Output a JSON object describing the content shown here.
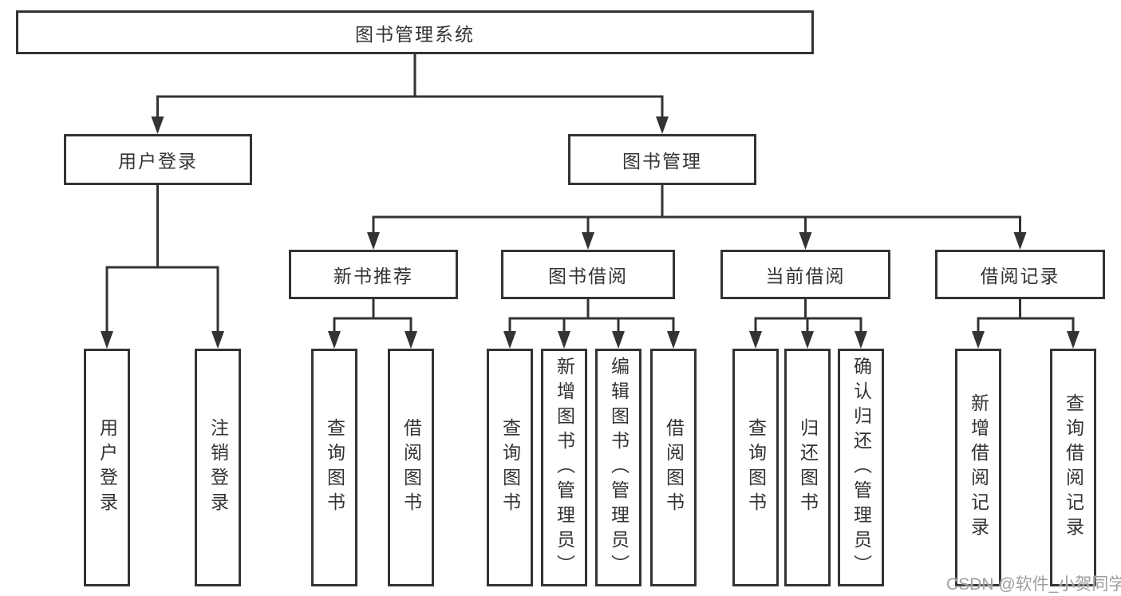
{
  "diagram": {
    "root": {
      "label": "图书管理系统",
      "children": [
        {
          "label": "用户登录",
          "children": [
            {
              "label": "用户登录"
            },
            {
              "label": "注销登录"
            }
          ]
        },
        {
          "label": "图书管理",
          "children": [
            {
              "label": "新书推荐",
              "children": [
                {
                  "label": "查询图书"
                },
                {
                  "label": "借阅图书"
                }
              ]
            },
            {
              "label": "图书借阅",
              "children": [
                {
                  "label": "查询图书"
                },
                {
                  "label": "新增图书（管理员）"
                },
                {
                  "label": "编辑图书（管理员）"
                },
                {
                  "label": "借阅图书"
                }
              ]
            },
            {
              "label": "当前借阅",
              "children": [
                {
                  "label": "查询图书"
                },
                {
                  "label": "归还图书"
                },
                {
                  "label": "确认归还（管理员）"
                }
              ]
            },
            {
              "label": "借阅记录",
              "children": [
                {
                  "label": "新增借阅记录"
                },
                {
                  "label": "查询借阅记录"
                }
              ]
            }
          ]
        }
      ]
    }
  },
  "watermark": {
    "text": "CSDN @软件_小贺同学"
  },
  "colors": {
    "line": "#333333",
    "box_border": "#333333",
    "text": "#333333",
    "watermark_text": "#9e9e9e",
    "background": "#ffffff"
  }
}
